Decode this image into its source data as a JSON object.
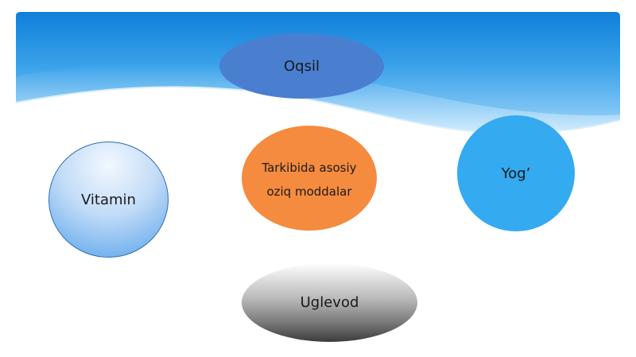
{
  "colors": {
    "banner_top": "#1a8ae0",
    "banner_bottom": "#8ccdf7",
    "oqsil": "#4a7fd0",
    "center": "#f58b3e",
    "vitamin": "#a9cff3",
    "yog": "#34aaf0",
    "uglevod": "#8a8a8a"
  },
  "diagram": {
    "top_node": "Oqsil",
    "center_node": {
      "line1": "Tarkibida asosiy",
      "line2": "oziq moddalar"
    },
    "left_node": "Vitamin",
    "right_node": "Yog’",
    "bottom_node": "Uglevod"
  }
}
